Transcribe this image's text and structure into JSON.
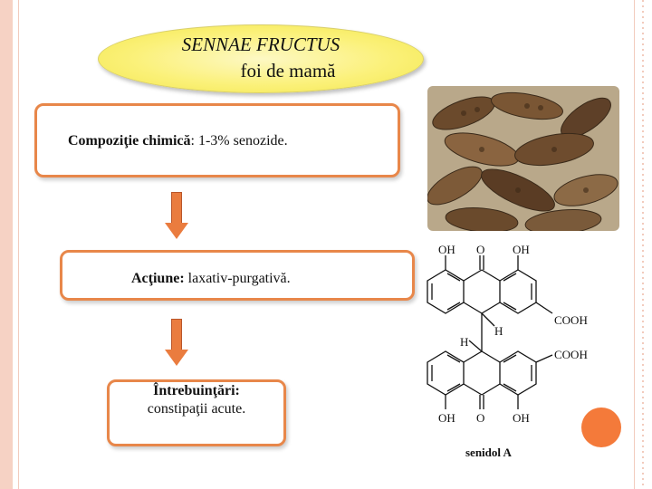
{
  "title": {
    "line1": "SENNAE FRUCTUS",
    "line2": "foi de mamă"
  },
  "boxes": {
    "composition": {
      "label": "Compoziţie chimică",
      "text": ": 1-3% senozide."
    },
    "action": {
      "label": "Acţiune:",
      "text": " laxativ-purgativă."
    },
    "uses": {
      "label": "Întrebuinţări:",
      "text": "constipaţii acute."
    }
  },
  "structure": {
    "labels": {
      "oh_top_left": "OH",
      "o_top": "O",
      "oh_top_right": "OH",
      "h_upper": "H",
      "cooh_upper": "COOH",
      "h_lower": "H",
      "cooh_lower": "COOH",
      "oh_bottom_left": "OH",
      "o_bottom": "O",
      "oh_bottom_right": "OH"
    },
    "caption": "senidol A"
  },
  "colors": {
    "accent_orange": "#e8874a",
    "oval_yellow": "#fbf17a",
    "circle_orange": "#f47a3a"
  },
  "icons": {
    "arrow": "down-arrow-icon"
  }
}
